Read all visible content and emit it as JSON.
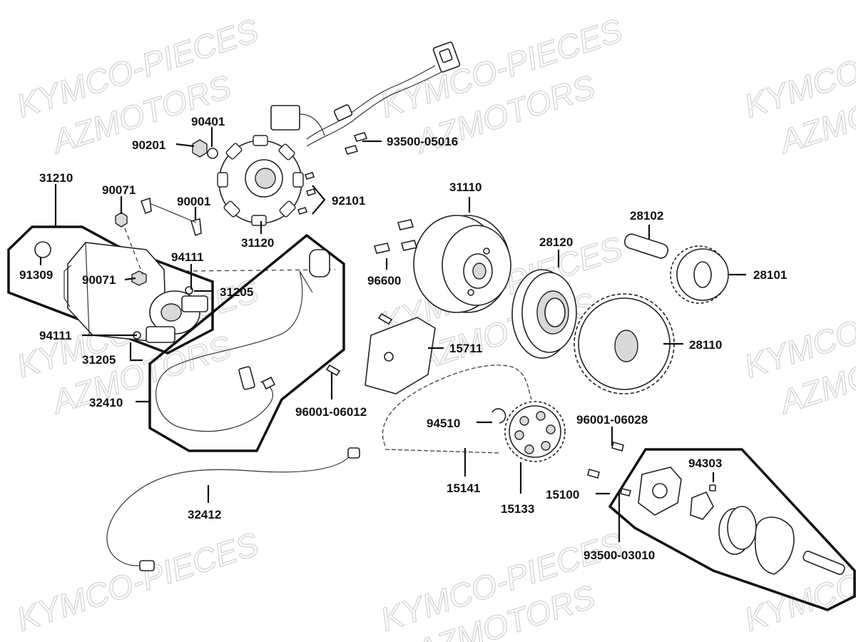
{
  "watermark": {
    "line1": "KYMCO-PIECES",
    "line2": "AZMOTORS"
  },
  "callouts": [
    {
      "id": "90401",
      "text": "90401"
    },
    {
      "id": "90201",
      "text": "90201"
    },
    {
      "id": "93500-05016",
      "text": "93500-05016"
    },
    {
      "id": "31210",
      "text": "31210"
    },
    {
      "id": "90071-top",
      "text": "90071"
    },
    {
      "id": "90001",
      "text": "90001"
    },
    {
      "id": "92101",
      "text": "92101"
    },
    {
      "id": "31120",
      "text": "31120"
    },
    {
      "id": "94111-top",
      "text": "94111"
    },
    {
      "id": "91309",
      "text": "91309"
    },
    {
      "id": "90071-mid",
      "text": "90071"
    },
    {
      "id": "31205-right",
      "text": "31205"
    },
    {
      "id": "94111-bottom",
      "text": "94111"
    },
    {
      "id": "31205-bottom",
      "text": "31205"
    },
    {
      "id": "32410",
      "text": "32410"
    },
    {
      "id": "32412",
      "text": "32412"
    },
    {
      "id": "31110",
      "text": "31110"
    },
    {
      "id": "96600",
      "text": "96600"
    },
    {
      "id": "28120",
      "text": "28120"
    },
    {
      "id": "28102",
      "text": "28102"
    },
    {
      "id": "28101",
      "text": "28101"
    },
    {
      "id": "15711",
      "text": "15711"
    },
    {
      "id": "28110",
      "text": "28110"
    },
    {
      "id": "96001-06012",
      "text": "96001-06012"
    },
    {
      "id": "94510",
      "text": "94510"
    },
    {
      "id": "96001-06028",
      "text": "96001-06028"
    },
    {
      "id": "94303",
      "text": "94303"
    },
    {
      "id": "15100",
      "text": "15100"
    },
    {
      "id": "15141",
      "text": "15141"
    },
    {
      "id": "15133",
      "text": "15133"
    },
    {
      "id": "93500-03010",
      "text": "93500-03010"
    }
  ]
}
